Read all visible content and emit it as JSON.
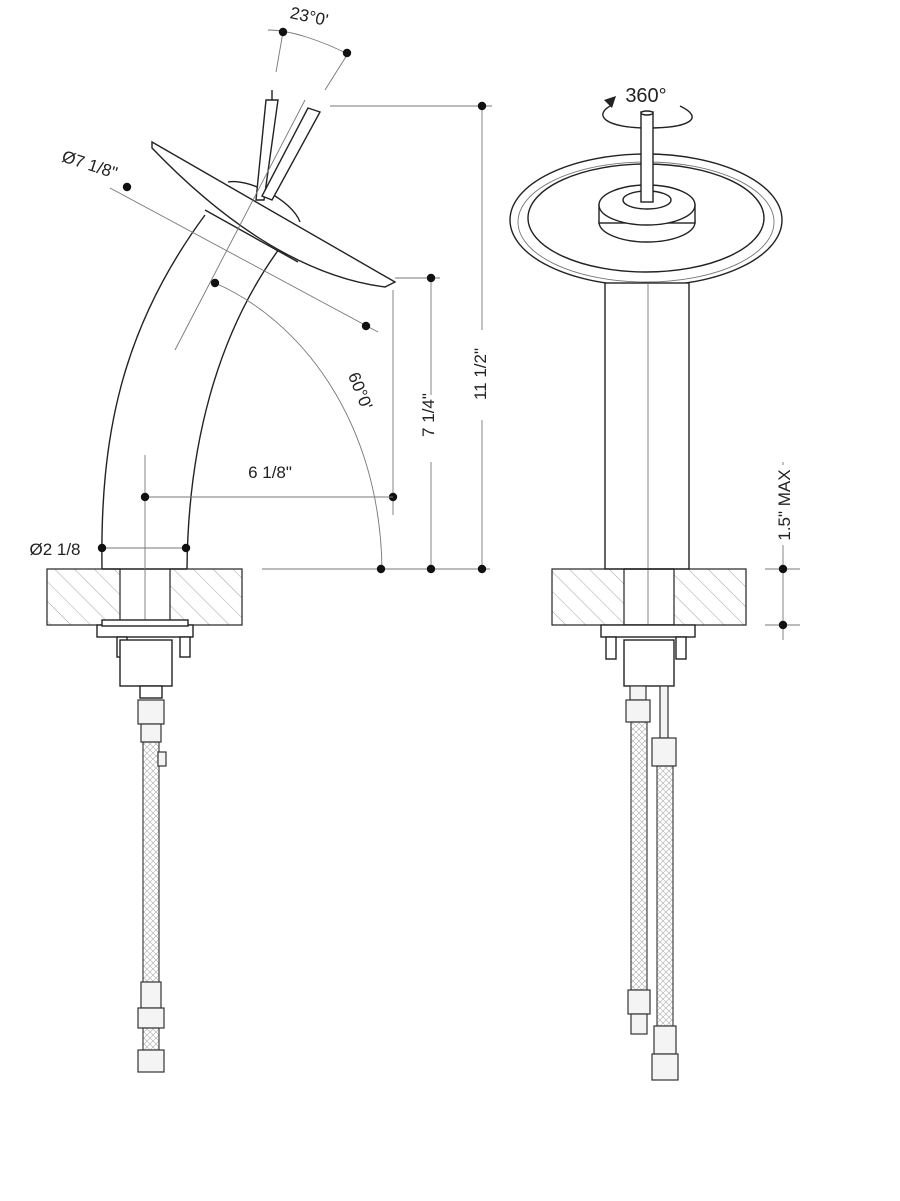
{
  "side_view": {
    "angle_handle": "23°0'",
    "disc_diameter": "Ø7 1/8\"",
    "angle_spout": "60°0'",
    "spout_height": "7 1/4\"",
    "spout_reach": "6 1/8\"",
    "base_diameter": "Ø2 1/8",
    "total_height": "11 1/2\""
  },
  "front_view": {
    "rotation": "360°",
    "deck_thickness": "1.5\" MAX"
  },
  "colors": {
    "line": "#222222",
    "dimension": "#777777",
    "hatch": "#999999"
  }
}
